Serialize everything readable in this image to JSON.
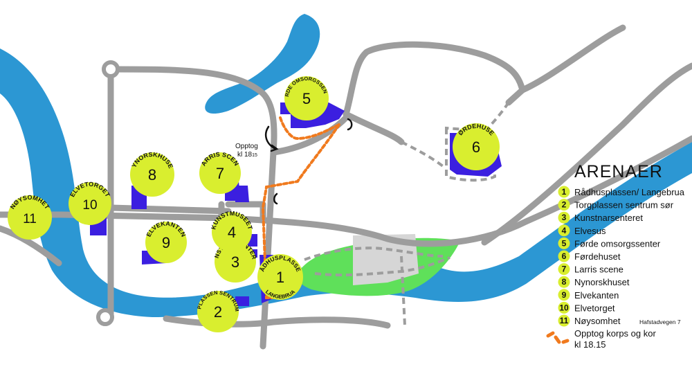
{
  "legend": {
    "title": "ARENAER",
    "items": [
      {
        "num": "1",
        "label": "Rådhusplassen/ Langebrua",
        "note": ""
      },
      {
        "num": "2",
        "label": "Torgplassen sentrum sør",
        "note": ""
      },
      {
        "num": "3",
        "label": "Kunstnarsenteret",
        "note": ""
      },
      {
        "num": "4",
        "label": "Elvesus",
        "note": ""
      },
      {
        "num": "5",
        "label": "Førde omsorgssenter",
        "note": ""
      },
      {
        "num": "6",
        "label": "Førdehuset",
        "note": ""
      },
      {
        "num": "7",
        "label": "Larris scene",
        "note": ""
      },
      {
        "num": "8",
        "label": "Nynorskhuset",
        "note": ""
      },
      {
        "num": "9",
        "label": "Elvekanten",
        "note": ""
      },
      {
        "num": "10",
        "label": "Elvetorget",
        "note": ""
      },
      {
        "num": "11",
        "label": "Nøysomhet",
        "note": "Hafstadvegen 7"
      }
    ],
    "route_label_1": "Opptog korps og kor",
    "route_label_2": "kl 18.15"
  },
  "markers": [
    {
      "num": "1",
      "label": "RÅDHUSPLASSEN",
      "sublabel": "LANGEBRUA"
    },
    {
      "num": "2",
      "label": "TORGPLASSEN SENTRUM SØR",
      "sublabel": ""
    },
    {
      "num": "3",
      "label": "KUNSTNARSENTERET",
      "sublabel": ""
    },
    {
      "num": "4",
      "label": "KUNSTMUSEET",
      "sublabel": ""
    },
    {
      "num": "5",
      "label": "FØRDE OMSORGSSENTER",
      "sublabel": ""
    },
    {
      "num": "6",
      "label": "FØRDEHUSET",
      "sublabel": ""
    },
    {
      "num": "7",
      "label": "LARRIS SCENE",
      "sublabel": ""
    },
    {
      "num": "8",
      "label": "NYNORSKHUSET",
      "sublabel": ""
    },
    {
      "num": "9",
      "label": "ELVEKANTEN",
      "sublabel": ""
    },
    {
      "num": "10",
      "label": "ELVETORGET",
      "sublabel": ""
    },
    {
      "num": "11",
      "label": "NØYSOMHET",
      "sublabel": ""
    }
  ],
  "route_start": {
    "line1": "Opptog",
    "line2_main": "kl 18",
    "line2_sub": "15"
  },
  "colors": {
    "river": "#2c97d3",
    "road": "#9d9d9d",
    "park": "#5fe05a",
    "plaza": "#d6d6d6",
    "building": "#3b1fe0",
    "marker": "#d9ee2f",
    "route": "#f07a1e"
  }
}
